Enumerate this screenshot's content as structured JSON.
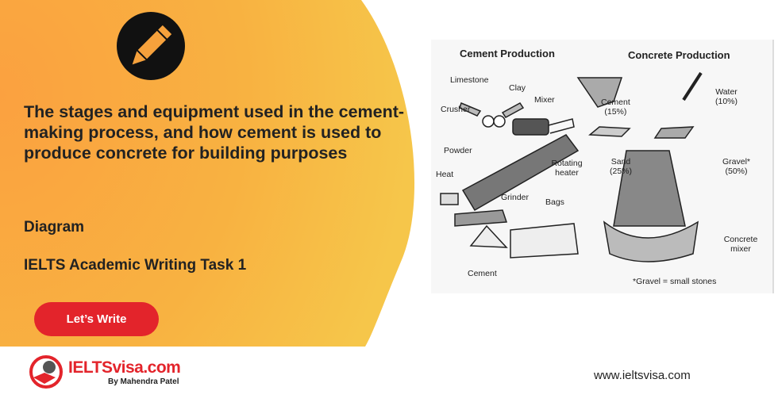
{
  "header": {
    "title": "The stages and equipment used in the cement-making process, and how cement is used to produce concrete for building purposes",
    "type": "Diagram",
    "task": "IELTS Academic Writing Task 1",
    "cta_label": "Let’s Write",
    "pencil_icon": "pencil-icon"
  },
  "brand": {
    "name": "IELTSvisa.com",
    "byline": "By Mahendra Patel",
    "url": "www.ieltsvisa.com",
    "accent": "#e3242b"
  },
  "diagram": {
    "cement_title": "Cement Production",
    "concrete_title": "Concrete Production",
    "cement_labels": {
      "limestone": "Limestone",
      "clay": "Clay",
      "crusher": "Crusher",
      "mixer": "Mixer",
      "powder": "Powder",
      "rotating_heater": "Rotating heater",
      "heat": "Heat",
      "grinder": "Grinder",
      "bags": "Bags",
      "cement": "Cement"
    },
    "concrete_labels": {
      "cement": "Cement",
      "cement_pct": "(15%)",
      "water": "Water",
      "water_pct": "(10%)",
      "sand": "Sand",
      "sand_pct": "(25%)",
      "gravel": "Gravel*",
      "gravel_pct": "(50%)",
      "mixer": "Concrete mixer",
      "footnote": "*Gravel = small stones"
    }
  }
}
